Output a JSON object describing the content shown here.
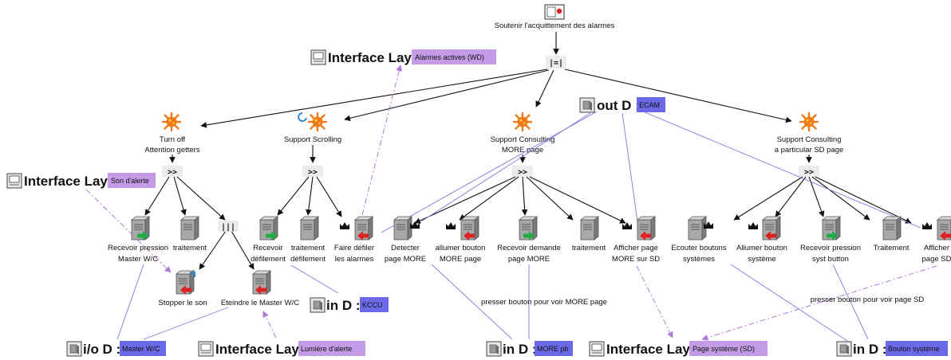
{
  "root": {
    "label": "Soutenir l'acquittement des alarmes",
    "operator": "|=|"
  },
  "goals": {
    "turn_off": {
      "line1": "Turn off",
      "line2": "Attention getters",
      "operator": ">>"
    },
    "scrolling": {
      "label": "Support Scrolling",
      "operator": ">>"
    },
    "more": {
      "line1": "Support Consulting",
      "line2": "MORE page",
      "operator": ">>"
    },
    "sd": {
      "line1": "Support Consulting",
      "line2": "a particular SD page",
      "operator": ">>"
    }
  },
  "tasks": {
    "recevoir_pression_master": {
      "line1": "Recevoir pression",
      "line2": "Master W/C"
    },
    "traitement_1": {
      "line1": "traitement"
    },
    "par_operator": "|||",
    "stopper_son": {
      "line1": "Stopper le son"
    },
    "eteindre_master": {
      "line1": "Eteindre le Master W/C"
    },
    "recevoir_defilement": {
      "line1": "Recevoir",
      "line2": "défilement"
    },
    "traitement_defilement": {
      "line1": "traitement",
      "line2": "défilement"
    },
    "faire_defiler": {
      "line1": "Faire défiler",
      "line2": "les alarmes"
    },
    "detecter_more": {
      "line1": "Detecter",
      "line2": "page MORE"
    },
    "allumer_more": {
      "line1": "allumer bouton",
      "line2": "MORE page"
    },
    "recevoir_demande_more": {
      "line1": "Recevoir demande",
      "line2": "page MORE"
    },
    "traitement_2": {
      "line1": "traitement"
    },
    "afficher_more_sd": {
      "line1": "Afficher page",
      "line2": "MORE sur SD"
    },
    "ecouter_boutons": {
      "line1": "Ecouter boutons",
      "line2": "systèmes"
    },
    "allumer_systeme": {
      "line1": "Allumer bouton",
      "line2": "système"
    },
    "recevoir_pression_syst": {
      "line1": "Recevoir pression",
      "line2": "syst button"
    },
    "traitement_3": {
      "line1": "Traitement"
    },
    "afficher_sd": {
      "line1": "Afficher",
      "line2": "page SD"
    }
  },
  "resources": {
    "iface_alarmes": {
      "kind": "Interface Lay",
      "tag": "Alarmes actives (WD)"
    },
    "iface_son": {
      "kind": "Interface Lay",
      "tag": "Son d'alerte"
    },
    "iface_lumiere": {
      "kind": "Interface Lay",
      "tag": "Lumière d'alerte"
    },
    "iface_sd": {
      "kind": "Interface Lay",
      "tag": "Page système (SD)"
    },
    "out_ecam": {
      "kind": "out D :",
      "tag": "ECAM"
    },
    "in_kccu": {
      "kind": "in D :",
      "tag": "KCCU"
    },
    "io_master": {
      "kind": "i/o D :",
      "tag": "Master W/C"
    },
    "in_more_pb": {
      "kind": "in D :",
      "tag": "MORE pb"
    },
    "in_bouton_systeme": {
      "kind": "in D :",
      "tag": "Bouton système"
    }
  },
  "edge_labels": {
    "more": "presser bouton pour voir MORE page",
    "sd": "presser bouton pour voir page SD"
  },
  "colors": {
    "interface_tag": "#c49be6",
    "device_tag": "#6a6ae8",
    "device_link": "#7b7bdc",
    "interface_link": "#b07ad8",
    "goal_icon": "#f07a1a",
    "arrow_in": "#22aa44",
    "arrow_out": "#dd2222"
  }
}
